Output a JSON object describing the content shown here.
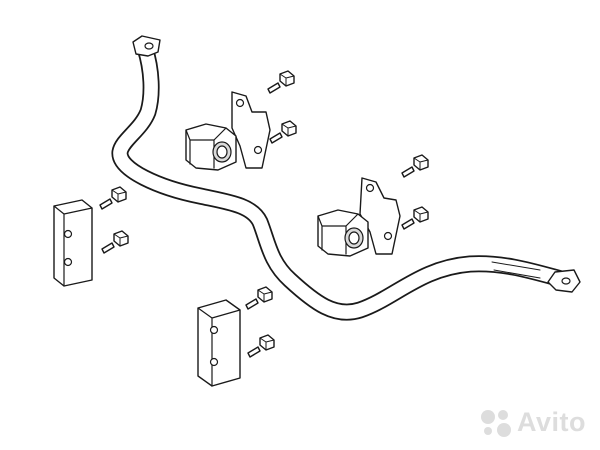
{
  "diagram": {
    "parts": [
      {
        "name": "stabilizer-bar"
      },
      {
        "name": "bushing-left"
      },
      {
        "name": "bracket-left"
      },
      {
        "name": "bushing-right"
      },
      {
        "name": "bracket-right"
      },
      {
        "name": "link-block-upper"
      },
      {
        "name": "link-block-lower"
      },
      {
        "name": "bolt-1"
      },
      {
        "name": "bolt-2"
      },
      {
        "name": "bolt-3"
      },
      {
        "name": "bolt-4"
      },
      {
        "name": "bolt-5"
      },
      {
        "name": "bolt-6"
      },
      {
        "name": "bolt-7"
      },
      {
        "name": "bolt-8"
      }
    ],
    "colors": {
      "stroke": "#1a1a1a",
      "fill": "#ffffff",
      "shade": "#d9d9d9"
    }
  },
  "watermark": {
    "text": "Avito",
    "icon": "avito-dots-icon",
    "color": "#d2d2d2"
  }
}
